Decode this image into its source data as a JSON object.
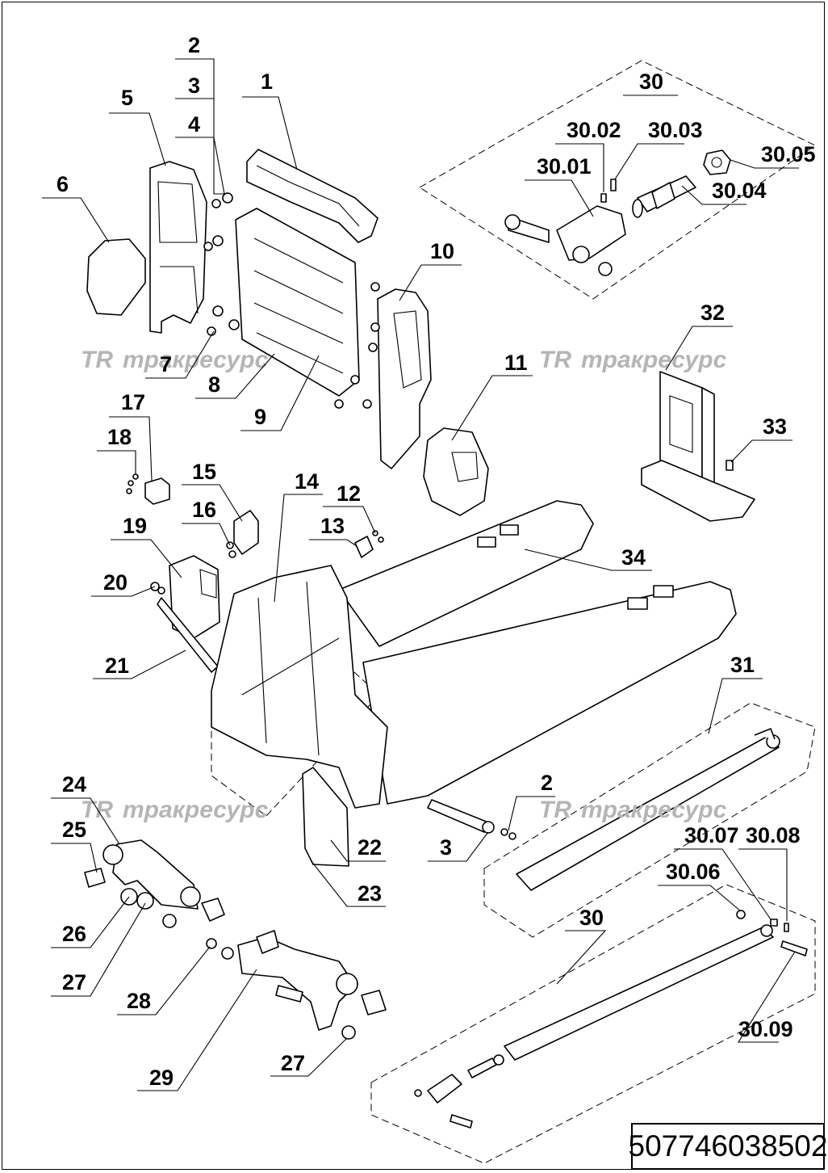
{
  "watermark": "трaкресурс",
  "watermark_logo": "TR",
  "code": "507746038502",
  "callouts": [
    "1",
    "2",
    "3",
    "4",
    "5",
    "6",
    "7",
    "8",
    "9",
    "10",
    "11",
    "12",
    "13",
    "14",
    "15",
    "16",
    "17",
    "18",
    "19",
    "20",
    "21",
    "22",
    "23",
    "24",
    "25",
    "26",
    "27",
    "28",
    "29",
    "30",
    "31",
    "32",
    "33",
    "34",
    "30.01",
    "30.02",
    "30.03",
    "30.04",
    "30.05",
    "30.06",
    "30.07",
    "30.08",
    "30.09"
  ]
}
